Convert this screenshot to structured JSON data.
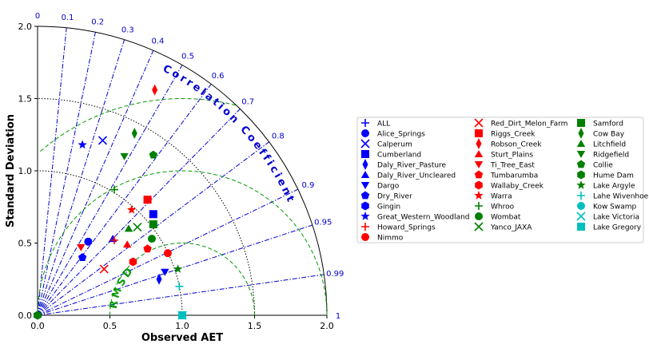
{
  "chart_data": {
    "type": "taylor",
    "xlabel": "Observed AET",
    "ylabel": "Standard Deviation",
    "std_ticks": [
      "0.0",
      "0.5",
      "1.0",
      "1.5",
      "2.0"
    ],
    "std_max": 2.0,
    "correlation_ticks": [
      "0",
      "0.1",
      "0.2",
      "0.3",
      "0.4",
      "0.5",
      "0.6",
      "0.7",
      "0.8",
      "0.9",
      "0.95",
      "0.99",
      "1"
    ],
    "correlation_values": [
      0,
      0.1,
      0.2,
      0.3,
      0.4,
      0.5,
      0.6,
      0.7,
      0.8,
      0.9,
      0.95,
      0.99,
      1
    ],
    "correlation_title": "Correlation Coefficient",
    "rmsd_title": "RMSD",
    "rmsd_contours": [
      0.5,
      1.0,
      1.5
    ],
    "ref_std": 1.0,
    "ref_std_arc": 1.0,
    "colors": {
      "blue": "#0000ff",
      "red": "#ff0000",
      "green": "#008000",
      "cyan": "#00bfbf",
      "corr_line": "#0000cc",
      "rms_line": "#009900"
    },
    "series": [
      {
        "name": "ALL",
        "marker": "plus",
        "color": "blue",
        "x": 0.0,
        "y": 0.0
      },
      {
        "name": "Alice_Springs",
        "marker": "circle",
        "color": "blue",
        "x": 0.35,
        "y": 0.51
      },
      {
        "name": "Calperum",
        "marker": "x",
        "color": "blue",
        "x": 0.45,
        "y": 1.21
      },
      {
        "name": "Cumberland",
        "marker": "square",
        "color": "blue",
        "x": 0.8,
        "y": 0.7
      },
      {
        "name": "Daly_River_Pasture",
        "marker": "diamond",
        "color": "blue",
        "x": 0.84,
        "y": 0.25
      },
      {
        "name": "Daly_River_Uncleared",
        "marker": "triangle-up",
        "color": "blue",
        "x": 0.52,
        "y": 0.53
      },
      {
        "name": "Dargo",
        "marker": "triangle-down",
        "color": "blue",
        "x": 0.88,
        "y": 0.3
      },
      {
        "name": "Dry_River",
        "marker": "pentagon",
        "color": "blue",
        "x": 0.31,
        "y": 0.4
      },
      {
        "name": "Gingin",
        "marker": "hexagon",
        "color": "blue",
        "x": 0.0,
        "y": 0.0
      },
      {
        "name": "Great_Western_Woodland",
        "marker": "star",
        "color": "blue",
        "x": 0.31,
        "y": 1.18
      },
      {
        "name": "Howard_Springs",
        "marker": "plus",
        "color": "red",
        "x": 0.53,
        "y": 0.52
      },
      {
        "name": "Nimmo",
        "marker": "circle",
        "color": "red",
        "x": 0.9,
        "y": 0.43
      },
      {
        "name": "Red_Dirt_Melon_Farm",
        "marker": "x",
        "color": "red",
        "x": 0.46,
        "y": 0.32
      },
      {
        "name": "Riggs_Creek",
        "marker": "square",
        "color": "red",
        "x": 0.76,
        "y": 0.8
      },
      {
        "name": "Robson_Creek",
        "marker": "diamond",
        "color": "red",
        "x": 0.81,
        "y": 1.56
      },
      {
        "name": "Sturt_Plains",
        "marker": "triangle-up",
        "color": "red",
        "x": 0.62,
        "y": 0.49
      },
      {
        "name": "Ti_Tree_East",
        "marker": "triangle-down",
        "color": "red",
        "x": 0.3,
        "y": 0.47
      },
      {
        "name": "Tumbarumba",
        "marker": "pentagon",
        "color": "red",
        "x": 0.76,
        "y": 0.46
      },
      {
        "name": "Wallaby_Creek",
        "marker": "hexagon",
        "color": "red",
        "x": 0.66,
        "y": 0.37
      },
      {
        "name": "Warra",
        "marker": "star",
        "color": "red",
        "x": 0.65,
        "y": 0.73
      },
      {
        "name": "Whroo",
        "marker": "plus",
        "color": "green",
        "x": 0.53,
        "y": 0.87
      },
      {
        "name": "Wombat",
        "marker": "circle",
        "color": "green",
        "x": 0.79,
        "y": 0.53
      },
      {
        "name": "Yanco_JAXA",
        "marker": "x",
        "color": "green",
        "x": 0.69,
        "y": 0.61
      },
      {
        "name": "Samford",
        "marker": "square",
        "color": "green",
        "x": 0.8,
        "y": 0.63
      },
      {
        "name": "Cow Bay",
        "marker": "diamond",
        "color": "green",
        "x": 0.67,
        "y": 1.26
      },
      {
        "name": "Litchfield",
        "marker": "triangle-up",
        "color": "green",
        "x": 0.63,
        "y": 0.6
      },
      {
        "name": "Ridgefield",
        "marker": "triangle-down",
        "color": "green",
        "x": 0.6,
        "y": 1.1
      },
      {
        "name": "Collie",
        "marker": "pentagon",
        "color": "green",
        "x": 0.8,
        "y": 1.11
      },
      {
        "name": "Hume Dam",
        "marker": "hexagon",
        "color": "green",
        "x": 0.0,
        "y": 0.0
      },
      {
        "name": "Lake Argyle",
        "marker": "star",
        "color": "green",
        "x": 0.97,
        "y": 0.32
      },
      {
        "name": "Lahe Wivenhoe",
        "marker": "plus",
        "color": "cyan",
        "x": 0.98,
        "y": 0.2
      },
      {
        "name": "Kow Swamp",
        "marker": "circle",
        "color": "cyan",
        "x": 1.0,
        "y": 0.0
      },
      {
        "name": "Lake Victoria",
        "marker": "x",
        "color": "cyan",
        "x": 1.0,
        "y": 0.0
      },
      {
        "name": "Lake Gregory",
        "marker": "square",
        "color": "cyan",
        "x": 1.0,
        "y": 0.0
      }
    ],
    "legend_columns": [
      [
        "ALL",
        "Alice_Springs",
        "Calperum",
        "Cumberland",
        "Daly_River_Pasture",
        "Daly_River_Uncleared",
        "Dargo",
        "Dry_River",
        "Gingin",
        "Great_Western_Woodland",
        "Howard_Springs",
        "Nimmo"
      ],
      [
        "Red_Dirt_Melon_Farm",
        "Riggs_Creek",
        "Robson_Creek",
        "Sturt_Plains",
        "Ti_Tree_East",
        "Tumbarumba",
        "Wallaby_Creek",
        "Warra",
        "Whroo",
        "Wombat",
        "Yanco_JAXA"
      ],
      [
        "Samford",
        "Cow Bay",
        "Litchfield",
        "Ridgefield",
        "Collie",
        "Hume Dam",
        "Lake Argyle",
        "Lahe Wivenhoe",
        "Kow Swamp",
        "Lake Victoria",
        "Lake Gregory"
      ]
    ],
    "legend_placement": "right",
    "grid": false
  }
}
